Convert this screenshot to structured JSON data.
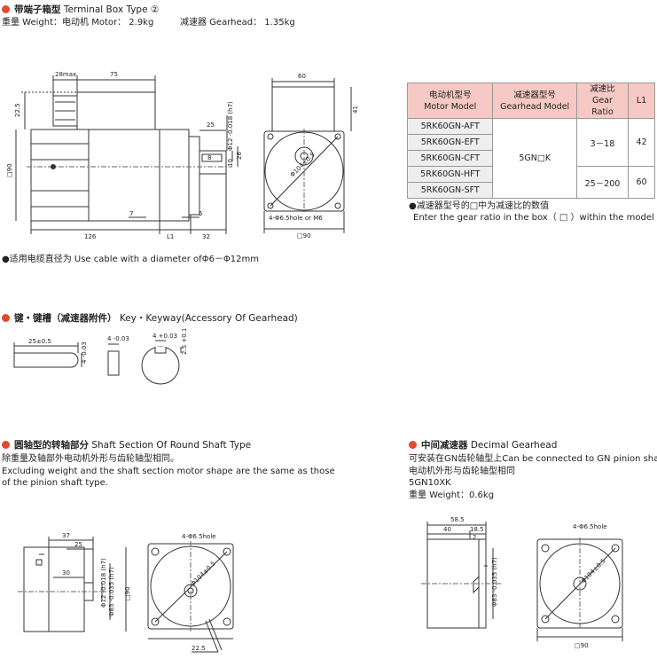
{
  "terminal_box": {
    "zh_title": "带端子箱型",
    "en_title": "Terminal Box Type ②",
    "weight_label": "重量 Weight：电动机 Motor：",
    "motor_weight": "2.9kg",
    "gearhead_label": "减速器 Gearhead：",
    "gearhead_weight": "1.35kg"
  },
  "dims_top": {
    "d28max": "28max",
    "d75": "75",
    "d22_5": "22.5",
    "d60": "60",
    "d41": "41",
    "d25": "25",
    "shaft": "Φ12 -0.018 (h7)",
    "d8": "8",
    "d10": "10",
    "d26": "26",
    "sq90": "□90",
    "d7": "7",
    "d5": "5",
    "d126": "126",
    "l1": "L1",
    "d32": "32",
    "pcd": "Φ104±0.5",
    "hole": "4-Φ6.5hole or M6",
    "sq90b": "□90"
  },
  "cable_note": "●适用电缆直径为 Use cable with a diameter ofΦ6－Φ12mm",
  "table": {
    "headers": [
      {
        "zh": "电动机型号",
        "en": "Motor Model"
      },
      {
        "zh": "减速器型号",
        "en": "Gearhead Model"
      },
      {
        "zh": "减速比",
        "en": "Gear Ratio"
      },
      {
        "zh": "L1",
        "en": ""
      }
    ],
    "motor_models": [
      "5RK60GN-AFT",
      "5RK60GN-EFT",
      "5RK60GN-CFT",
      "5RK60GN-HFT",
      "5RK60GN-SFT"
    ],
    "gearhead_model": "5GN□K",
    "ratios": [
      {
        "ratio": "3－18",
        "l1": "42"
      },
      {
        "ratio": "25－200",
        "l1": "60"
      }
    ],
    "note_zh": "●减速器型号的□中为减速比的数值",
    "note_en": "Enter the gear ratio in the box（ □ ）within the model name"
  },
  "key": {
    "zh_title": "键・键槽（减速器附件）",
    "en_title": "Key・Keyway(Accessory Of Gearhead)",
    "d25": "25±0.5",
    "d4a": "4 -0.03",
    "d4b": "4 -0.03",
    "d4c": "4 +0.03",
    "d2_5": "2.5 +0.1"
  },
  "round_shaft": {
    "zh_title": "圆轴型的转轴部分",
    "en_title": "Shaft Section Of Round Shaft Type",
    "line1": "除重量及轴部外电动机外形与齿轮轴型相同。",
    "line2": "Excluding weight and the shaft section motor shape are the same as those",
    "line3": "of the pinion shaft type.",
    "d37": "37",
    "d25": "25",
    "d30": "30",
    "shaft": "Φ12 -0.018 (h7)",
    "pilot": "Φ83 -0.035 (h7)",
    "sq90": "□90",
    "hole": "4-Φ6.5hole",
    "pcd": "Φ104±0.5",
    "d22_5": "22.5"
  },
  "decimal": {
    "zh_title": "中间减速器",
    "en_title": "Decimal Gearhead",
    "line1": "可安装在GN齿轮轴型上Can be connected to GN pinion shaft type",
    "line2": "电动机外形与齿轮轴型相同",
    "model": "5GN10XK",
    "weight": "重量 Weight：0.6kg",
    "d58_5": "58.5",
    "d40": "40",
    "d18_5": "18.5",
    "d2": "2",
    "pilot": "Φ83 -0.035 (h7)",
    "hole": "4-Φ6.5hole",
    "pcd": "Φ104±0.5",
    "sq90": "□90"
  }
}
